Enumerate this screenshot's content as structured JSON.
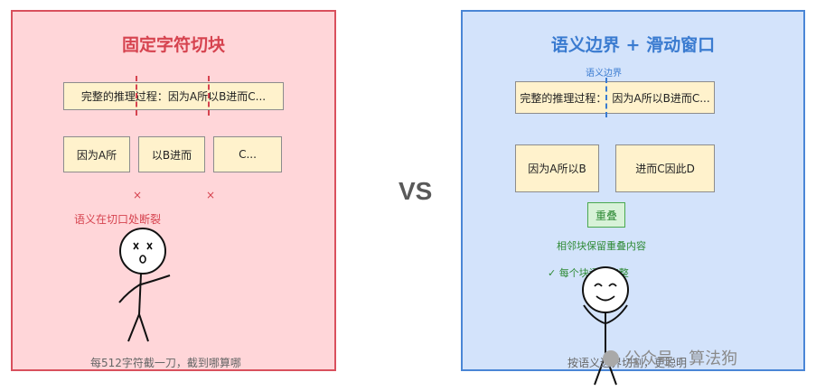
{
  "left": {
    "title": "固定字符切块",
    "full_text": "完整的推理过程：因为A所以B进而C...",
    "chunks": [
      "因为A所",
      "以B进而",
      "C..."
    ],
    "x_mark": "×",
    "break_note": "语义在切口处断裂",
    "footer": "每512字符截一刀，截到哪算哪"
  },
  "vs_label": "VS",
  "right": {
    "title": "语义边界 + 滑动窗口",
    "boundary_label": "语义边界",
    "full_text_part1": "完整的推理过程：",
    "full_text_part2": "因为A所以B进而C...",
    "chunks": [
      "因为A所以B",
      "进而C因此D"
    ],
    "overlap_label": "重叠",
    "keep_note": "相邻块保留重叠内容",
    "check_note": "✓ 每个块语义完整",
    "footer": "按语义边界切割，更聪明"
  },
  "watermark": "公众号 · 算法狗",
  "colors": {
    "left_bg": "#ffd6d9",
    "left_border": "#d9505d",
    "right_bg": "#d3e3fb",
    "right_border": "#4a86d6",
    "box_fill": "#fff2cc",
    "overlap_fill": "#d8f2d8"
  }
}
